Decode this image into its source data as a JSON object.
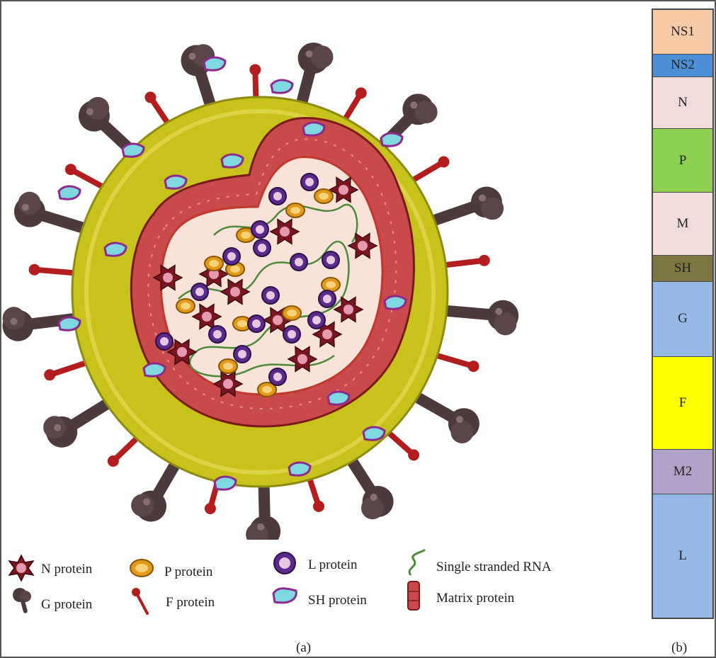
{
  "panel_a": {
    "caption": "(a)",
    "legend": [
      {
        "icon": "n-protein-icon",
        "label": "N protein"
      },
      {
        "icon": "p-protein-icon",
        "label": "P protein"
      },
      {
        "icon": "l-protein-icon",
        "label": "L protein"
      },
      {
        "icon": "rna-icon",
        "label": "Single stranded RNA"
      },
      {
        "icon": "g-protein-icon",
        "label": "G protein"
      },
      {
        "icon": "f-protein-icon",
        "label": "F protein"
      },
      {
        "icon": "sh-protein-icon",
        "label": "SH protein"
      },
      {
        "icon": "matrix-protein-icon",
        "label": "Matrix protein"
      }
    ]
  },
  "panel_b": {
    "caption": "(b)",
    "genes": [
      {
        "label": "NS1",
        "color": "#f8cba8",
        "weight": 60
      },
      {
        "label": "NS2",
        "color": "#4d8fd6",
        "weight": 30
      },
      {
        "label": "N",
        "color": "#f2dcdb",
        "weight": 70
      },
      {
        "label": "P",
        "color": "#8ed151",
        "weight": 85
      },
      {
        "label": "M",
        "color": "#f2dcdb",
        "weight": 85
      },
      {
        "label": "SH",
        "color": "#7d7642",
        "weight": 35
      },
      {
        "label": "G",
        "color": "#95b9e5",
        "weight": 100
      },
      {
        "label": "F",
        "color": "#ffff00",
        "weight": 125
      },
      {
        "label": "M2",
        "color": "#b3a2c8",
        "weight": 60
      },
      {
        "label": "L",
        "color": "#95b9e5",
        "weight": 165
      }
    ]
  },
  "colors": {
    "envelope": "#c8c21c",
    "matrix": "#c94a4a",
    "core": "#f9e2d8",
    "g_protein": "#4d3a3d",
    "f_protein": "#b31d1d",
    "n_protein": "#7a1620",
    "p_protein": "#e29a1a",
    "l_protein": "#5b2a8c",
    "sh_protein": "#7fd8e0",
    "rna": "#4d8a3a"
  }
}
